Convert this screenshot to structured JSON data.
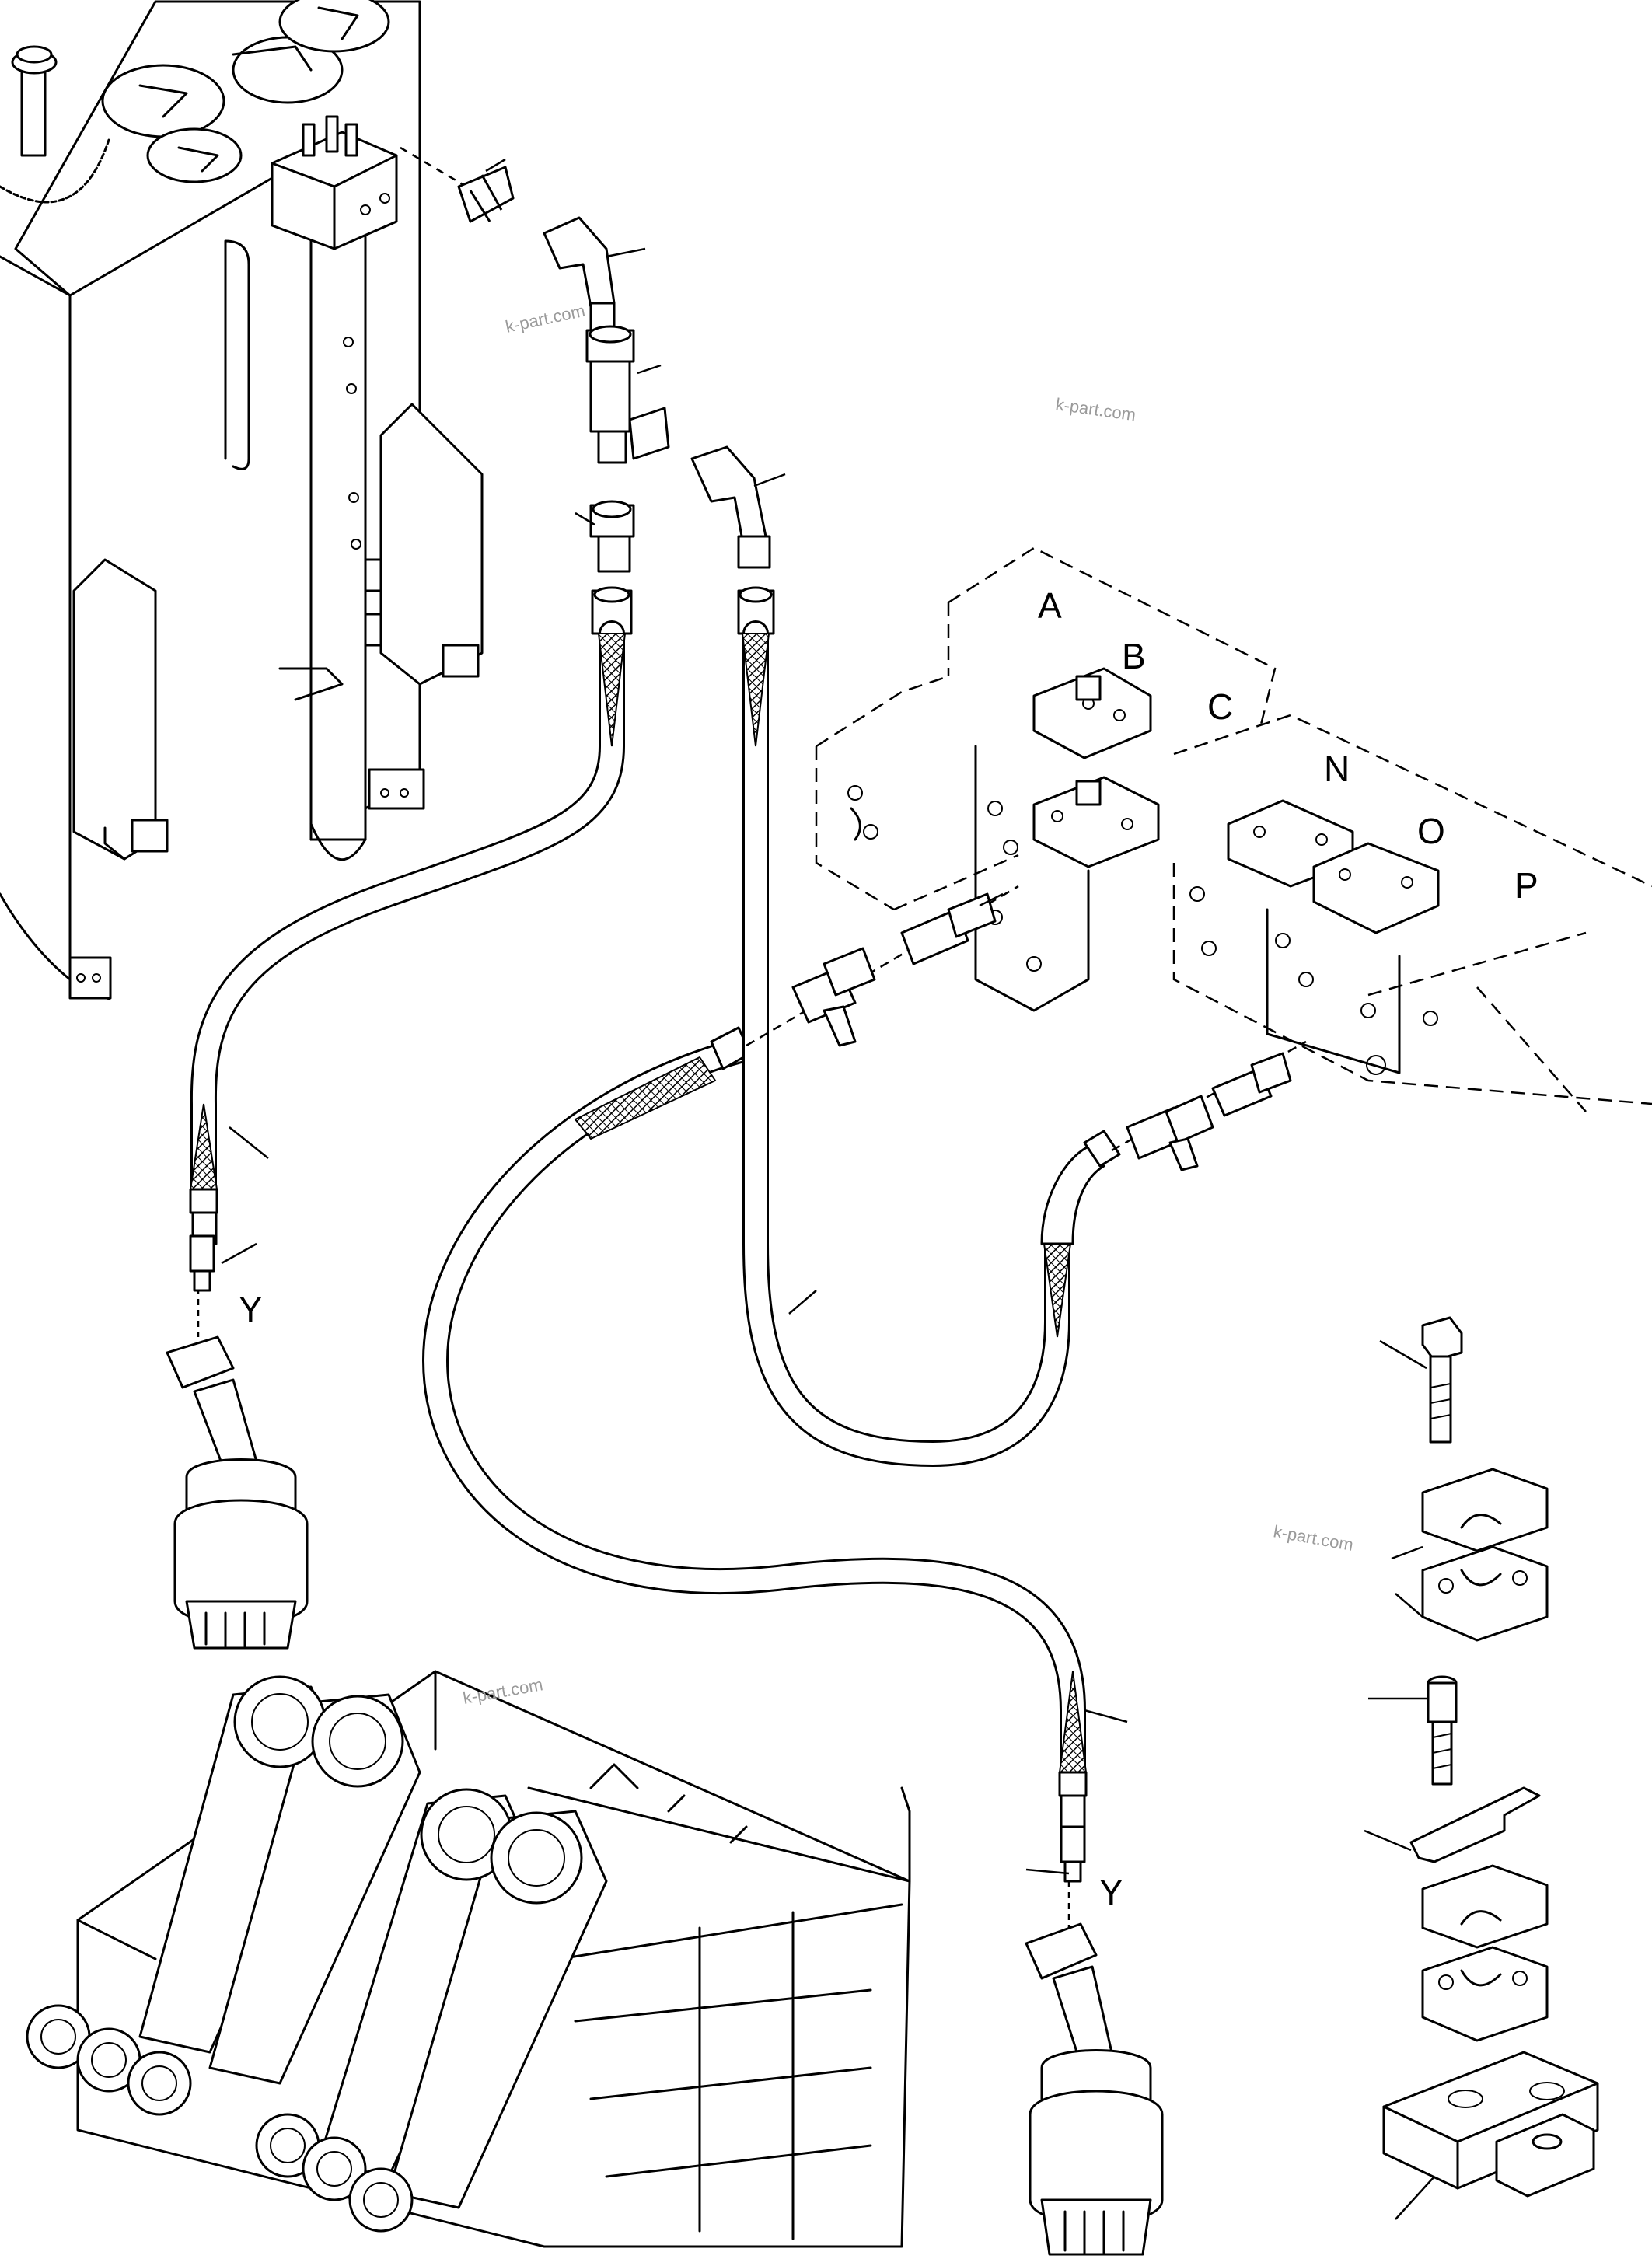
{
  "labels": {
    "A": "A",
    "B": "B",
    "C": "C",
    "N": "N",
    "O": "O",
    "P": "P",
    "Y1": "Y",
    "Y2": "Y"
  },
  "watermarks": [
    "k-part.com",
    "k-part.com",
    "k-part.com",
    "k-part.com"
  ]
}
